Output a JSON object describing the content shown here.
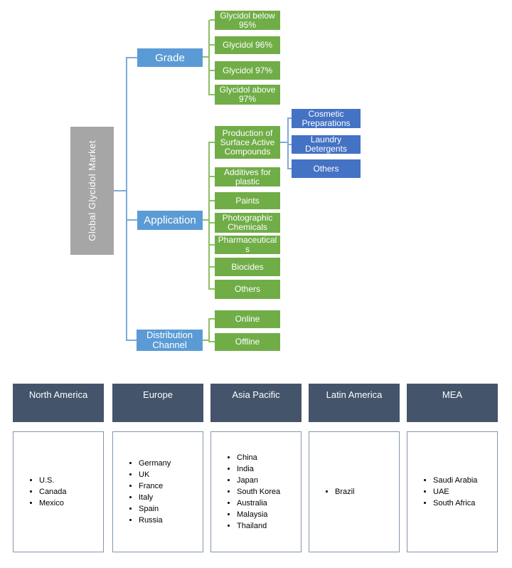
{
  "title": "Global Glycidol Market segmentation",
  "colors": {
    "blue": "#5B9BD5",
    "dark_blue": "#4472C4",
    "green": "#70AD47",
    "gray": "#A6A6A6",
    "header_bg": "#44546A",
    "conn_blue": "#7FA9DC",
    "conn_green": "#8CC063",
    "list_border": "#8496A9",
    "text_light": "#FFFFFF",
    "text_dark": "#000000"
  },
  "diagram": {
    "root": "Global Glycidol Market",
    "branches": [
      {
        "label": "Grade",
        "children": [
          {
            "label": "Glycidol below 95%"
          },
          {
            "label": "Glycidol 96%"
          },
          {
            "label": "Glycidol 97%"
          },
          {
            "label": "Glycidol above 97%"
          }
        ]
      },
      {
        "label": "Application",
        "children": [
          {
            "label": "Production of Surface Active Compounds",
            "children": [
              {
                "label": "Cosmetic Preparations"
              },
              {
                "label": "Laundry Detergents"
              },
              {
                "label": "Others"
              }
            ]
          },
          {
            "label": "Additives for plastic"
          },
          {
            "label": "Paints"
          },
          {
            "label": "Photographic Chemicals"
          },
          {
            "label": "Pharmaceuticals"
          },
          {
            "label": "Biocides"
          },
          {
            "label": "Others"
          }
        ]
      },
      {
        "label": "Distribution Channel",
        "children": [
          {
            "label": "Online"
          },
          {
            "label": "Offline"
          }
        ]
      }
    ]
  },
  "regions": [
    {
      "name": "North America",
      "countries": [
        "U.S.",
        "Canada",
        "Mexico"
      ]
    },
    {
      "name": "Europe",
      "countries": [
        "Germany",
        "UK",
        "France",
        "Italy",
        "Spain",
        "Russia"
      ]
    },
    {
      "name": "Asia Pacific",
      "countries": [
        "China",
        "India",
        "Japan",
        "South Korea",
        "Australia",
        "Malaysia",
        "Thailand"
      ]
    },
    {
      "name": "Latin America",
      "countries": [
        "Brazil"
      ]
    },
    {
      "name": "MEA",
      "countries": [
        "Saudi Arabia",
        "UAE",
        "South Africa"
      ]
    }
  ]
}
